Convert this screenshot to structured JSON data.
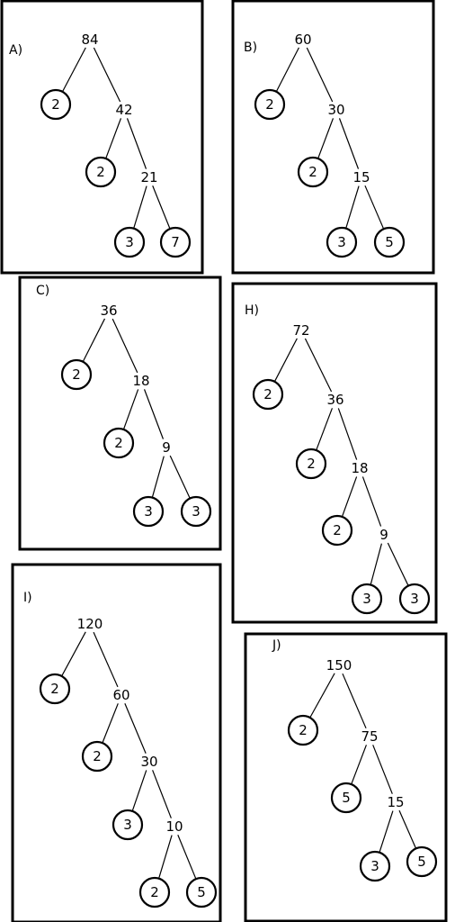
{
  "panels": [
    {
      "label": "A)",
      "nodes": [
        {
          "id": "root",
          "value": "84"
        },
        {
          "id": "l1",
          "value": "2",
          "leaf": true
        },
        {
          "id": "r1",
          "value": "42"
        },
        {
          "id": "l2",
          "value": "2",
          "leaf": true
        },
        {
          "id": "r2",
          "value": "21"
        },
        {
          "id": "l3",
          "value": "3",
          "leaf": true
        },
        {
          "id": "r3",
          "value": "7",
          "leaf": true
        }
      ]
    },
    {
      "label": "B)",
      "nodes": [
        {
          "id": "root",
          "value": "60"
        },
        {
          "id": "l1",
          "value": "2",
          "leaf": true
        },
        {
          "id": "r1",
          "value": "30"
        },
        {
          "id": "l2",
          "value": "2",
          "leaf": true
        },
        {
          "id": "r2",
          "value": "15"
        },
        {
          "id": "l3",
          "value": "3",
          "leaf": true
        },
        {
          "id": "r3",
          "value": "5",
          "leaf": true
        }
      ]
    },
    {
      "label": "C)",
      "nodes": [
        {
          "id": "root",
          "value": "36"
        },
        {
          "id": "l1",
          "value": "2",
          "leaf": true
        },
        {
          "id": "r1",
          "value": "18"
        },
        {
          "id": "l2",
          "value": "2",
          "leaf": true
        },
        {
          "id": "r2",
          "value": "9"
        },
        {
          "id": "l3",
          "value": "3",
          "leaf": true
        },
        {
          "id": "r3",
          "value": "3",
          "leaf": true
        }
      ]
    },
    {
      "label": "H)",
      "nodes": [
        {
          "id": "root",
          "value": "72"
        },
        {
          "id": "l1",
          "value": "2",
          "leaf": true
        },
        {
          "id": "r1",
          "value": "36"
        },
        {
          "id": "l2",
          "value": "2",
          "leaf": true
        },
        {
          "id": "r2",
          "value": "18"
        },
        {
          "id": "l3",
          "value": "2",
          "leaf": true
        },
        {
          "id": "r3",
          "value": "9"
        },
        {
          "id": "l4",
          "value": "3",
          "leaf": true
        },
        {
          "id": "r4",
          "value": "3",
          "leaf": true
        }
      ]
    },
    {
      "label": "I)",
      "nodes": [
        {
          "id": "root",
          "value": "120"
        },
        {
          "id": "l1",
          "value": "2",
          "leaf": true
        },
        {
          "id": "r1",
          "value": "60"
        },
        {
          "id": "l2",
          "value": "2",
          "leaf": true
        },
        {
          "id": "r2",
          "value": "30"
        },
        {
          "id": "l3",
          "value": "3",
          "leaf": true
        },
        {
          "id": "r3",
          "value": "10"
        },
        {
          "id": "l4",
          "value": "2",
          "leaf": true
        },
        {
          "id": "r4",
          "value": "5",
          "leaf": true
        }
      ]
    },
    {
      "label": "J)",
      "nodes": [
        {
          "id": "root",
          "value": "150"
        },
        {
          "id": "l1",
          "value": "2",
          "leaf": true
        },
        {
          "id": "r1",
          "value": "75"
        },
        {
          "id": "l2",
          "value": "5",
          "leaf": true
        },
        {
          "id": "r2",
          "value": "15"
        },
        {
          "id": "l3",
          "value": "3",
          "leaf": true
        },
        {
          "id": "r3",
          "value": "5",
          "leaf": true
        }
      ]
    }
  ]
}
